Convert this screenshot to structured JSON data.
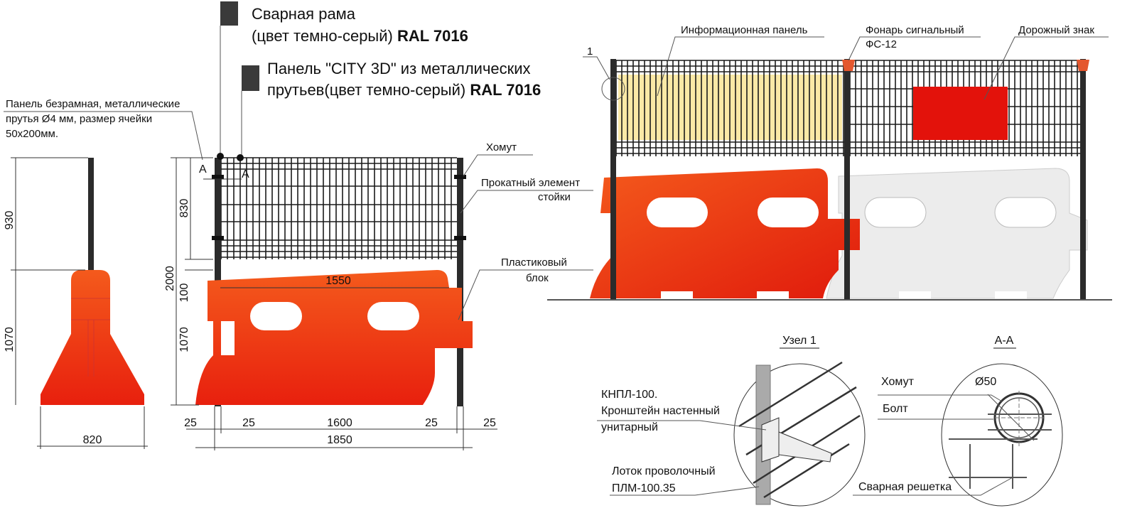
{
  "legend": {
    "frame_line1": "Сварная рама",
    "frame_line2": "(цвет темно-серый) ",
    "frame_ral": "RAL 7016",
    "panel_line1": "Панель \"CITY 3D\" из металлических",
    "panel_line2": "прутьев(цвет темно-серый) ",
    "panel_ral": "RAL 7016",
    "swatch_color": "#3a3a3a"
  },
  "side_view": {
    "note_line1": "Панель безрамная, металлические",
    "note_line2": "прутья Ø4 мм, размер ячейки",
    "note_line3": "50x200мм.",
    "dim_upper": "930",
    "dim_lower": "1070",
    "dim_width": "820"
  },
  "front_view": {
    "section_mark_left": "A",
    "section_mark_right": "A",
    "dim_mesh": "830",
    "dim_total": "2000",
    "dim_gap": "100",
    "dim_block": "1070",
    "dim_block_width": "1550",
    "dim_bottom": [
      "25",
      "25",
      "1600",
      "25",
      "25"
    ],
    "dim_overall": "1850",
    "label_clamp": "Хомут",
    "label_post_line1": "Прокатный элемент",
    "label_post_line2": "стойки",
    "label_block_line1": "Пластиковый",
    "label_block_line2": "блок"
  },
  "perspective_view": {
    "node_mark": "1",
    "label_info_panel": "Информационная панель",
    "label_lamp_line1": "Фонарь сигнальный",
    "label_lamp_line2": "ФС-12",
    "label_road_sign": "Дорожный знак",
    "colors": {
      "info_panel": "#fbe9a6",
      "road_sign": "#e3120b",
      "block_red": "#f2401a",
      "block_white": "#ececec"
    }
  },
  "detail_node": {
    "title": "Узел 1",
    "bracket_line1": "КНПЛ-100.",
    "bracket_line2": "Кронштейн настенный",
    "bracket_line3": "унитарный",
    "tray_line1": "Лоток проволочный",
    "tray_line2": "ПЛМ-100.35"
  },
  "section_aa": {
    "title": "А-А",
    "label_clamp": "Хомут",
    "label_diameter": "Ø50",
    "label_bolt": "Болт",
    "label_grid": "Сварная решетка"
  }
}
